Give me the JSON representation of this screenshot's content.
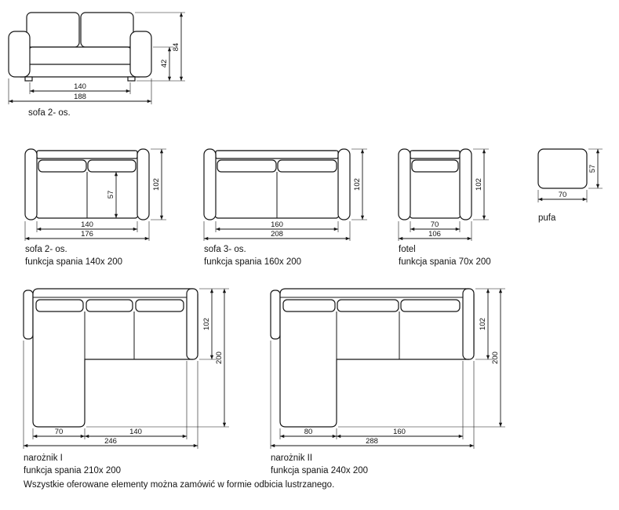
{
  "footer": "Wszystkie oferowane elementy można zamówić w formie odbicia lustrzanego.",
  "items": {
    "sofa2_front": {
      "label1": "sofa 2- os.",
      "dims": {
        "seat_width": "140",
        "total_width": "188",
        "arm_height": "42",
        "total_height": "84"
      }
    },
    "sofa2_top": {
      "label1": "sofa 2- os.",
      "label2": "funkcja spania 140x 200",
      "dims": {
        "seat_width": "140",
        "total_width": "176",
        "seat_depth": "57",
        "total_depth": "102"
      }
    },
    "sofa3_top": {
      "label1": "sofa 3- os.",
      "label2": "funkcja spania 160x 200",
      "dims": {
        "seat_width": "160",
        "total_width": "208",
        "total_depth": "102"
      }
    },
    "fotel_top": {
      "label1": "fotel",
      "label2": "funkcja spania 70x 200",
      "dims": {
        "seat_width": "70",
        "total_width": "106",
        "total_depth": "102"
      }
    },
    "pufa": {
      "label1": "pufa",
      "dims": {
        "width": "70",
        "depth": "57"
      }
    },
    "naroznik1": {
      "label1": "narożnik I",
      "label2": "funkcja spania 210x 200",
      "dims": {
        "chaise_width": "70",
        "seat_width": "140",
        "total_width": "246",
        "sofa_depth": "102",
        "total_depth": "200"
      }
    },
    "naroznik2": {
      "label1": "narożnik II",
      "label2": "funkcja spania 240x 200",
      "dims": {
        "chaise_width": "80",
        "seat_width": "160",
        "total_width": "288",
        "sofa_depth": "102",
        "total_depth": "200"
      }
    }
  }
}
